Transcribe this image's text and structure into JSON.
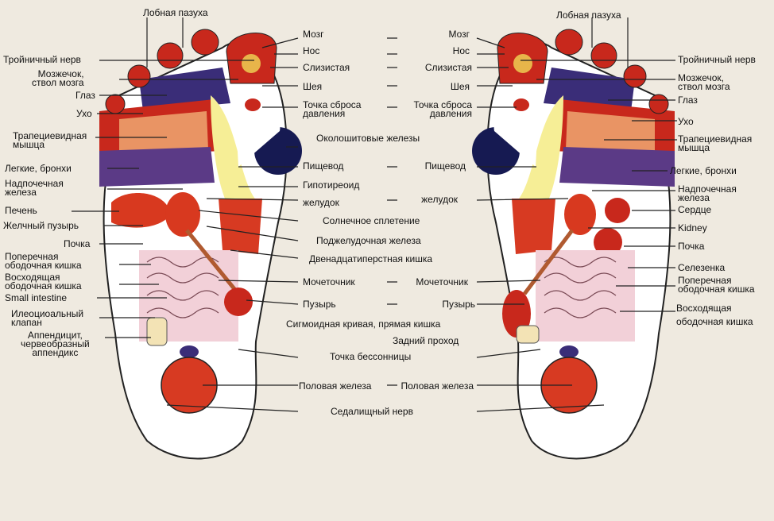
{
  "diagram": {
    "left_foot": {
      "labels": {
        "frontal_sinus": "Лобная пазуха",
        "trigeminal": "Тройничный нерв",
        "cerebellum": "Мозжечок,\nствол мозга",
        "eye": "Глаз",
        "ear": "Ухо",
        "trapezius": "Трапециевидная\nмышца",
        "lungs": "Легкие, бронхи",
        "adrenal": "Надпочечная\nжелеза",
        "liver": "Печень",
        "gallbladder": "Желчный пузырь",
        "kidney": "Почка",
        "transverse_colon": "Поперечная\nободочная кишка",
        "ascending_colon": "Восходящая\nободочная кишка",
        "small_intestine": "Small intestine",
        "ileocecal": "Илеоциоальный\nклапан",
        "appendix": "Аппендицит,\nчервеобразный\nаппендикс"
      }
    },
    "right_foot": {
      "labels": {
        "frontal_sinus": "Лобная пазуха",
        "trigeminal": "Тройничный нерв",
        "cerebellum": "Мозжечок,\nствол мозга",
        "eye": "Глаз",
        "ear": "Ухо",
        "trapezius": "Трапециевидная\nмышца",
        "lungs": "Легкие, бронхи",
        "adrenal": "Надпочечная\nжелеза",
        "heart": "Сердце",
        "kidney_en": "Kidney",
        "kidney": "Почка",
        "spleen": "Селезенка",
        "transverse_colon": "Поперечная\nободочная кишка",
        "descending_colon": "Восходящая\nободочная кишка"
      }
    },
    "center": {
      "brain": "Мозг",
      "nose": "Нос",
      "mucous": "Слизистая",
      "neck": "Шея",
      "pressure": "Точка сброса\nдавления",
      "parathyroid": "Околошитовые железы",
      "esophagus": "Пищевод",
      "hypothyroid": "Гипотиреоид",
      "stomach": "желудок",
      "solar_plexus": "Солнечное сплетение",
      "pancreas": "Поджелудочная железа",
      "duodenum": "Двенадцатиперстная кишка",
      "ureter": "Мочеточник",
      "bladder": "Пузырь",
      "sigmoid": "Сигмоидная кривая, прямая кишка",
      "anus": "Задний проход",
      "insomnia": "Точка бессонницы",
      "gonad": "Половая железа",
      "sciatic": "Седалищный нерв"
    },
    "center_right": {
      "brain": "Мозг",
      "nose": "Нос",
      "mucous": "Слизистая",
      "neck": "Шея",
      "pressure": "Точка сброса\nдавления",
      "esophagus": "Пищевод",
      "stomach": "желудок",
      "ureter": "Мочеточник",
      "bladder": "Пузырь",
      "gonad": "Половая железа"
    }
  }
}
